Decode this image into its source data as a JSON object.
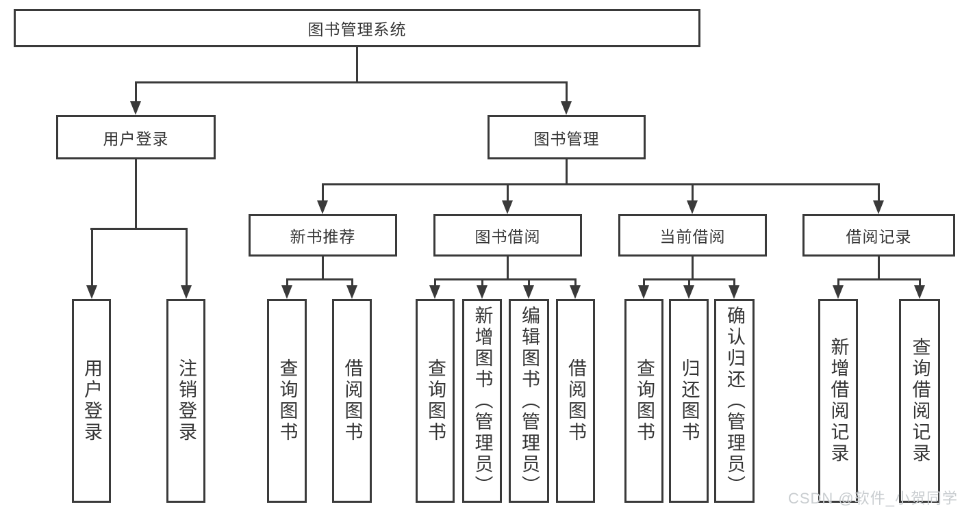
{
  "diagram": {
    "title": "图书管理系统",
    "tree": {
      "root": "图书管理系统",
      "branches": [
        {
          "label": "用户登录",
          "children": [
            "用户登录",
            "注销登录"
          ]
        },
        {
          "label": "图书管理",
          "groups": [
            {
              "label": "新书推荐",
              "children": [
                "查询图书",
                "借阅图书"
              ]
            },
            {
              "label": "图书借阅",
              "children": [
                "查询图书",
                "新增图书（管理员）",
                "编辑图书（管理员）",
                "借阅图书"
              ]
            },
            {
              "label": "当前借阅",
              "children": [
                "查询图书",
                "归还图书",
                "确认归还（管理员）"
              ]
            },
            {
              "label": "借阅记录",
              "children": [
                "新增借阅记录",
                "查询借阅记录"
              ]
            }
          ]
        }
      ]
    },
    "colors": {
      "line": "#3a3a3a",
      "box_background": "#ffffff",
      "text": "#343434",
      "watermark": "#c9cdd0"
    }
  },
  "watermark": "CSDN @软件_小贺同学"
}
